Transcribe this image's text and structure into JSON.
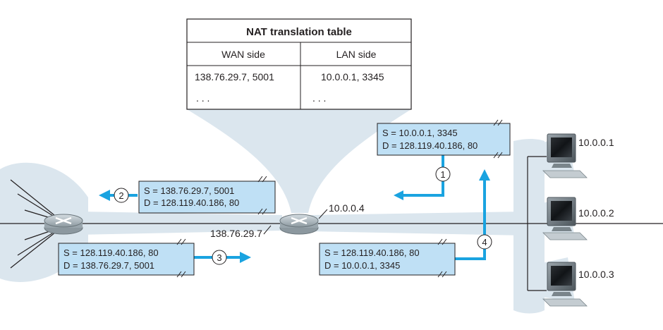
{
  "nat_table": {
    "title": "NAT translation table",
    "header_wan": "WAN side",
    "header_lan": "LAN side",
    "row1_wan": "138.76.29.7, 5001",
    "row1_lan": "10.0.0.1, 3345",
    "row2_wan": ". . .",
    "row2_lan": ". . ."
  },
  "router": {
    "wan_ip": "138.76.29.7",
    "lan_ip": "10.0.0.4"
  },
  "hosts": [
    {
      "ip": "10.0.0.1"
    },
    {
      "ip": "10.0.0.2"
    },
    {
      "ip": "10.0.0.3"
    }
  ],
  "packets": [
    {
      "step": "1",
      "source": "S = 10.0.0.1, 3345",
      "dest": "D = 128.119.40.186, 80"
    },
    {
      "step": "2",
      "source": "S = 138.76.29.7, 5001",
      "dest": "D = 128.119.40.186, 80"
    },
    {
      "step": "3",
      "source": "S = 128.119.40.186, 80",
      "dest": "D = 138.76.29.7, 5001"
    },
    {
      "step": "4",
      "source": "S = 128.119.40.186, 80",
      "dest": "D = 10.0.0.1, 3345"
    }
  ],
  "colors": {
    "cloud": "#dbe6ee",
    "packet_fill": "#bfe0f5",
    "arrow": "#1aa3e0",
    "router": "#b7c3cb"
  }
}
